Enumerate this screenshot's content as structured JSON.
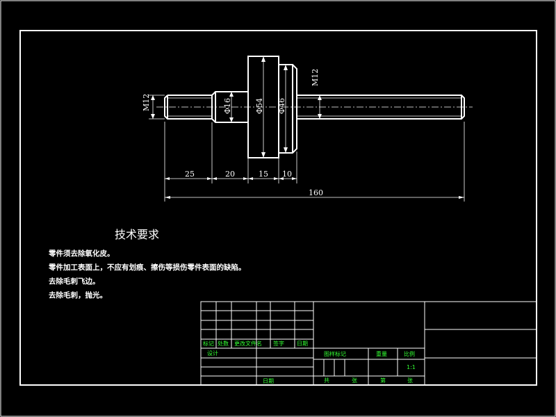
{
  "dimensions": {
    "thread_left": "M12",
    "thread_right": "M12",
    "dia_1": "Φ16",
    "dia_2": "Φ54",
    "dia_3": "Φ46",
    "len_1": "25",
    "len_2": "20",
    "len_3": "15",
    "len_4": "10",
    "total_length": "160"
  },
  "notes": {
    "title": "技术要求",
    "items": [
      "零件须去除氧化皮。",
      "零件加工表面上，不应有划痕、擦伤等损伤零件表面的缺陷。",
      "去除毛刺飞边。",
      "去除毛刺，抛光。"
    ]
  },
  "title_block": {
    "mark": "标记",
    "count": "处数",
    "change_doc": "更改文件名",
    "signature": "签字",
    "date": "日期",
    "design": "设计",
    "date2": "日期",
    "stage_mark": "图样标记",
    "weight": "重量",
    "scale": "比例",
    "scale_value": "1:1",
    "total": "共",
    "sheets": "张",
    "page": "第",
    "sheet": "张"
  },
  "colors": {
    "background": "#000000",
    "lines": "#ffffff",
    "title_block_text": "#33ff33"
  }
}
